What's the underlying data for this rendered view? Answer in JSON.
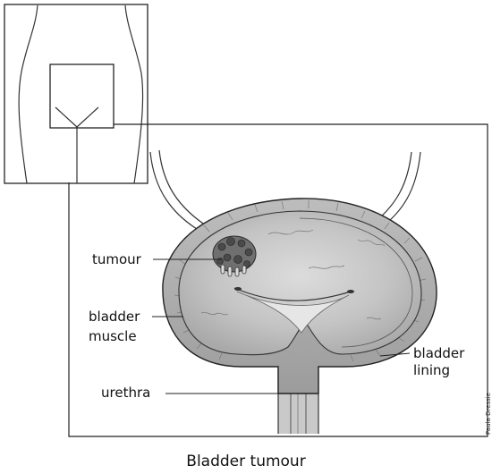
{
  "diagram": {
    "caption": "Bladder tumour",
    "labels": {
      "tumour": "tumour",
      "bladder_muscle_line1": "bladder",
      "bladder_muscle_line2": "muscle",
      "bladder_lining_line1": "bladder",
      "bladder_lining_line2": "lining",
      "urethra": "urethra"
    },
    "signature": "Paula Dressie"
  }
}
